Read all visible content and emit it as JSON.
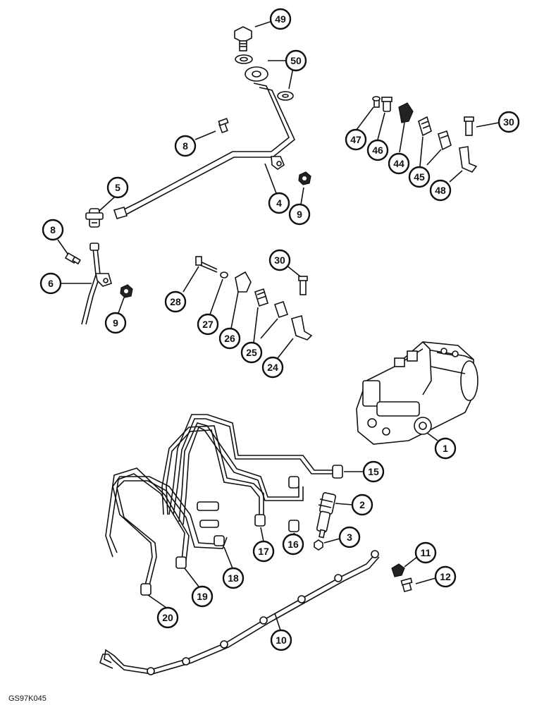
{
  "figure_ref": "GS97K045",
  "callouts": [
    {
      "label": "49"
    },
    {
      "label": "50"
    },
    {
      "label": "8"
    },
    {
      "label": "4"
    },
    {
      "label": "9"
    },
    {
      "label": "5"
    },
    {
      "label": "8"
    },
    {
      "label": "6"
    },
    {
      "label": "9"
    },
    {
      "label": "47"
    },
    {
      "label": "46"
    },
    {
      "label": "44"
    },
    {
      "label": "45"
    },
    {
      "label": "48"
    },
    {
      "label": "30"
    },
    {
      "label": "30"
    },
    {
      "label": "28"
    },
    {
      "label": "27"
    },
    {
      "label": "26"
    },
    {
      "label": "25"
    },
    {
      "label": "24"
    },
    {
      "label": "1"
    },
    {
      "label": "15"
    },
    {
      "label": "2"
    },
    {
      "label": "3"
    },
    {
      "label": "16"
    },
    {
      "label": "17"
    },
    {
      "label": "18"
    },
    {
      "label": "19"
    },
    {
      "label": "20"
    },
    {
      "label": "10"
    },
    {
      "label": "11"
    },
    {
      "label": "12"
    }
  ]
}
